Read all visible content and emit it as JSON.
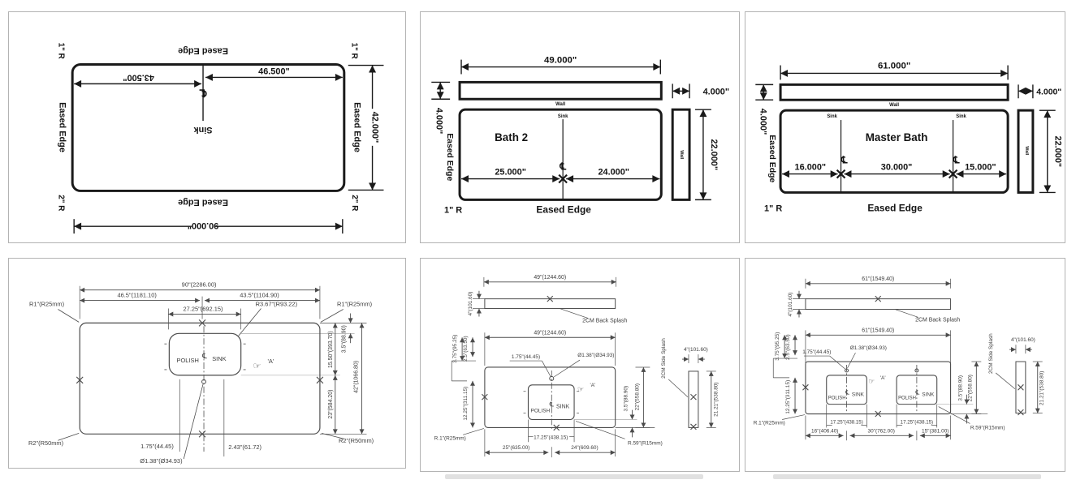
{
  "icons": {
    "centerline": "℄",
    "hand_pointer": "☞"
  },
  "colors": {
    "line_bold": "#1a1a1a",
    "line_thin": "#4b4b4b",
    "panel_border": "#b3b3b3",
    "background": "#ffffff"
  },
  "p1": {
    "corner_tl": "1\" R",
    "corner_tr": "1\" R",
    "corner_bl": "2\" R",
    "corner_br": "2\" R",
    "edge_top": "Eased Edge",
    "edge_bottom": "Eased Edge",
    "edge_left": "Eased Edge",
    "edge_right": "Eased Edge",
    "dim_left": "43.500\"",
    "dim_right": "46.500\"",
    "sink": "Sink",
    "dim_height": "42.000\"",
    "dim_width": "90.000\""
  },
  "p2": {
    "title": "Bath 2",
    "dim_width": "49.000\"",
    "backsplash_height": "4.000\"",
    "sidesplash_width": "4.000\"",
    "wall_top": "Wall",
    "wall_side": "Wall",
    "sink": "Sink",
    "dim_left": "25.000\"",
    "dim_right": "24.000\"",
    "dim_depth": "22.000\"",
    "edge_left": "Eased Edge",
    "edge_bottom": "Eased Edge",
    "corner": "1\" R"
  },
  "p3": {
    "title": "Master Bath",
    "dim_width": "61.000\"",
    "backsplash_height": "4.000\"",
    "sidesplash_width": "4.000\"",
    "wall_top": "Wall",
    "wall_side": "Wall",
    "sink_left": "Sink",
    "sink_right": "Sink",
    "dim_left": "16.000\"",
    "dim_center": "30.000\"",
    "dim_right": "15.000\"",
    "dim_depth": "22.000\"",
    "edge_left": "Eased Edge",
    "edge_bottom": "Eased Edge",
    "corner": "1\" R"
  },
  "p4": {
    "dim_width": "90\"(2286.00)",
    "dim_seg_left": "46.5\"(1181.10)",
    "dim_seg_right": "43.5\"(1104.90)",
    "dim_sink_width": "27.25\"(692.15)",
    "sink_corner_radius": "R3.67\"(R93.22)",
    "corner_tl": "R1\"(R25mm)",
    "corner_tr": "R1\"(R25mm)",
    "corner_bl": "R2\"(R50mm)",
    "corner_br": "R2\"(R50mm)",
    "polish": "POLISH",
    "sink": "SINK",
    "detail": "'A'",
    "dim_back": "3.5\"(88.90)",
    "dim_sink_depth": "15.50\"(393.70)",
    "dim_front": "23\"(584.20)",
    "dim_depth": "42\"(1066.80)",
    "dim_faucet": "1.75\"(44.45)",
    "dim_drain": "2.43\"(61.72)",
    "faucet_dia": "Ø1.38\"(Ø34.93)"
  },
  "p5": {
    "dim_backsplash": "49\"(1244.60)",
    "backsplash_height": "4\"(101.60)",
    "backsplash_label": "2CM Back Splash",
    "dim_counter": "49\"(1244.60)",
    "dim_offset_a": "3.75\"(95.25)",
    "dim_offset_b": "2.5\"(63.50)",
    "dim_offset_c": "12.25\"(311.15)",
    "dim_faucet": "1.75\"(44.45)",
    "faucet_dia": "Ø1.38\"(Ø34.93)",
    "polish": "POLISH",
    "sink": "SINK",
    "detail": "'A'",
    "dim_back": "3.5\"(88.90)",
    "dim_depth": "22\"(558.80)",
    "corner_front": "R.1\"(R25mm)",
    "sink_radius": "R.59\"(R15mm)",
    "dim_sink_width": "17.25\"(438.15)",
    "dim_left": "25\"(635.00)",
    "dim_right": "24\"(609.60)",
    "sidesplash_label": "2CM Side Splash",
    "sidesplash_width": "4\"(101.60)",
    "sidesplash_height": "21.21\"(538.80)"
  },
  "p6": {
    "dim_backsplash": "61\"(1549.40)",
    "backsplash_height": "4\"(101.60)",
    "backsplash_label": "2CM Back Splash",
    "dim_counter": "61\"(1549.40)",
    "dim_offset_a": "3.75\"(95.25)",
    "dim_offset_b": "2.5\"(63.50)",
    "dim_offset_c": "12.25\"(311.15)",
    "dim_faucet": "1.75\"(44.45)",
    "faucet_dia": "Ø1.38\"(Ø34.93)",
    "polish_left": "POLISH",
    "sink_left": "SINK",
    "polish_right": "POLISH",
    "sink_right": "SINK",
    "detail": "'A'",
    "dim_back": "3.5\"(88.90)",
    "dim_depth": "22\"(558.80)",
    "corner_front": "R.1\"(R25mm)",
    "sink_radius": "R.59\"(R15mm)",
    "dim_sink1_width": "17.25\"(438.15)",
    "dim_sink2_width": "17.25\"(438.15)",
    "dim_left": "16\"(406.40)",
    "dim_center": "30\"(762.00)",
    "dim_right": "15\"(381.00)",
    "sidesplash_label": "2CM Side Splash",
    "sidesplash_width": "4\"(101.60)",
    "sidesplash_height": "21.21\"(538.80)"
  }
}
